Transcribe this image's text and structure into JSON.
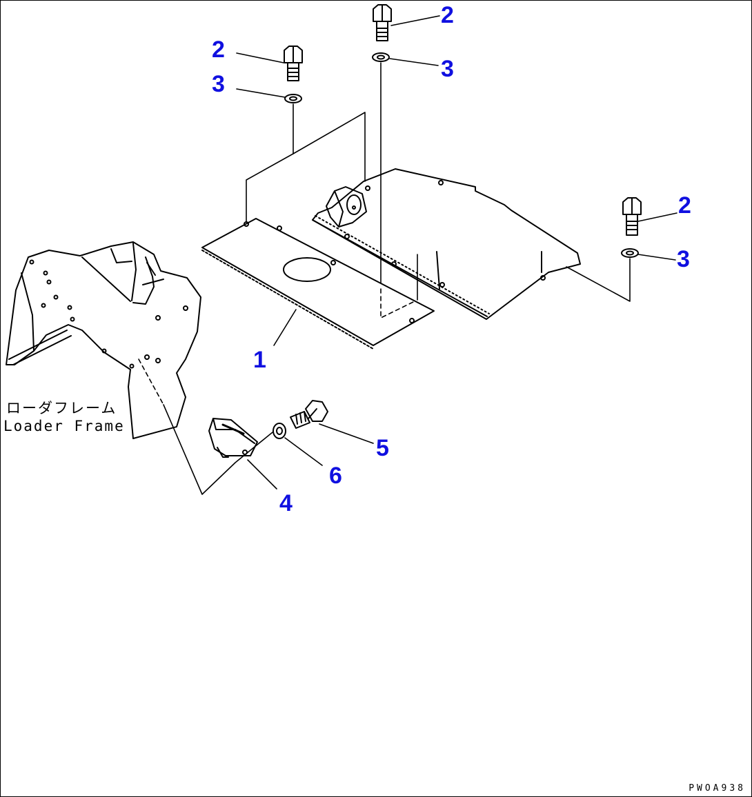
{
  "diagram": {
    "callouts": [
      "1",
      "2",
      "2",
      "2",
      "3",
      "3",
      "3",
      "4",
      "5",
      "6"
    ],
    "frame_label_jp": "ローダフレーム",
    "frame_label_en": "Loader Frame",
    "drawing_code": "PWOA938",
    "colors": {
      "callout": "#1010e0",
      "line": "#000000"
    }
  }
}
